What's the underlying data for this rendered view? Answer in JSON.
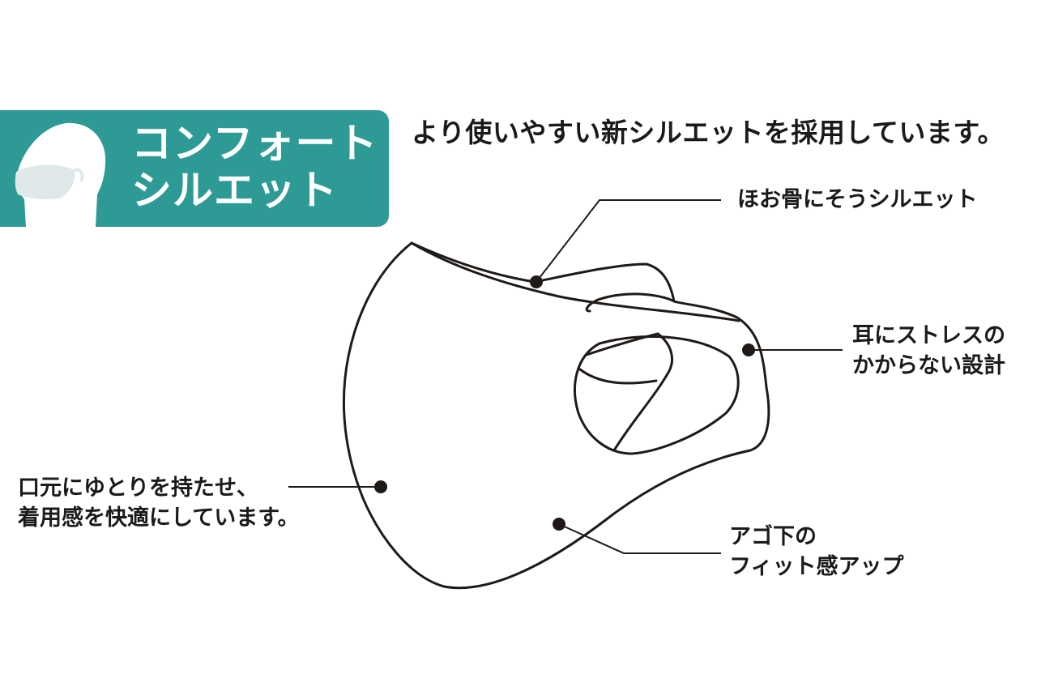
{
  "badge": {
    "line1": "コンフォート",
    "line2": "シルエット",
    "icon": "head-with-mask-icon",
    "color": "#2e9a96"
  },
  "headline": "より使いやすい新シルエットを採用しています。",
  "callouts": {
    "cheek": {
      "line1": "ほお骨にそうシルエット"
    },
    "ear": {
      "line1": "耳にストレスの",
      "line2": "かからない設計"
    },
    "mouth": {
      "line1": "口元にゆとりを持たせ、",
      "line2": "着用感を快適にしています。"
    },
    "chin": {
      "line1": "アゴ下の",
      "line2": "フィット感アップ"
    }
  },
  "colors": {
    "accent": "#2e9a96",
    "line": "#1f1a17",
    "text": "#1a1a1a"
  }
}
